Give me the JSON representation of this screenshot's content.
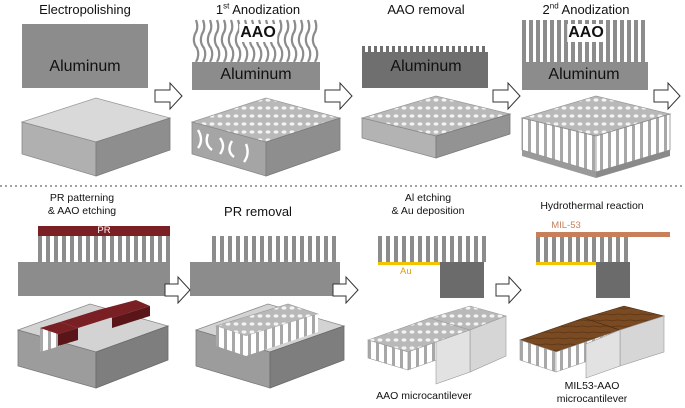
{
  "top_row": {
    "step1": {
      "title": "Electropolishing",
      "layer": "Aluminum"
    },
    "step2": {
      "title_prefix": "1",
      "title_sup": "st",
      "title_suffix": " Anodization",
      "layer_top": "AAO",
      "layer": "Aluminum"
    },
    "step3": {
      "title": "AAO removal",
      "layer": "Aluminum"
    },
    "step4": {
      "title_prefix": "2",
      "title_sup": "nd",
      "title_suffix": " Anodization",
      "layer_top": "AAO",
      "layer": "Aluminum"
    }
  },
  "bottom_row": {
    "step5": {
      "title_line1": "PR patterning",
      "title_line2": "& AAO etching",
      "pr_label": "PR"
    },
    "step6": {
      "title": "PR removal"
    },
    "step7": {
      "title_line1": "Al etching",
      "title_line2": "& Au deposition",
      "au_label": "Au",
      "caption": "AAO microcantilever"
    },
    "step8": {
      "title": "Hydrothermal reaction",
      "mof_label": "MIL-53",
      "caption_line1": "MIL53-AAO",
      "caption_line2": "microcantilever"
    }
  },
  "colors": {
    "aluminum": "#8c8c8c",
    "aluminum_dark": "#6b6b6b",
    "pr": "#7a1f24",
    "au": "#f2c300",
    "mil53": "#c8805a",
    "wood": "#7a4a22"
  }
}
